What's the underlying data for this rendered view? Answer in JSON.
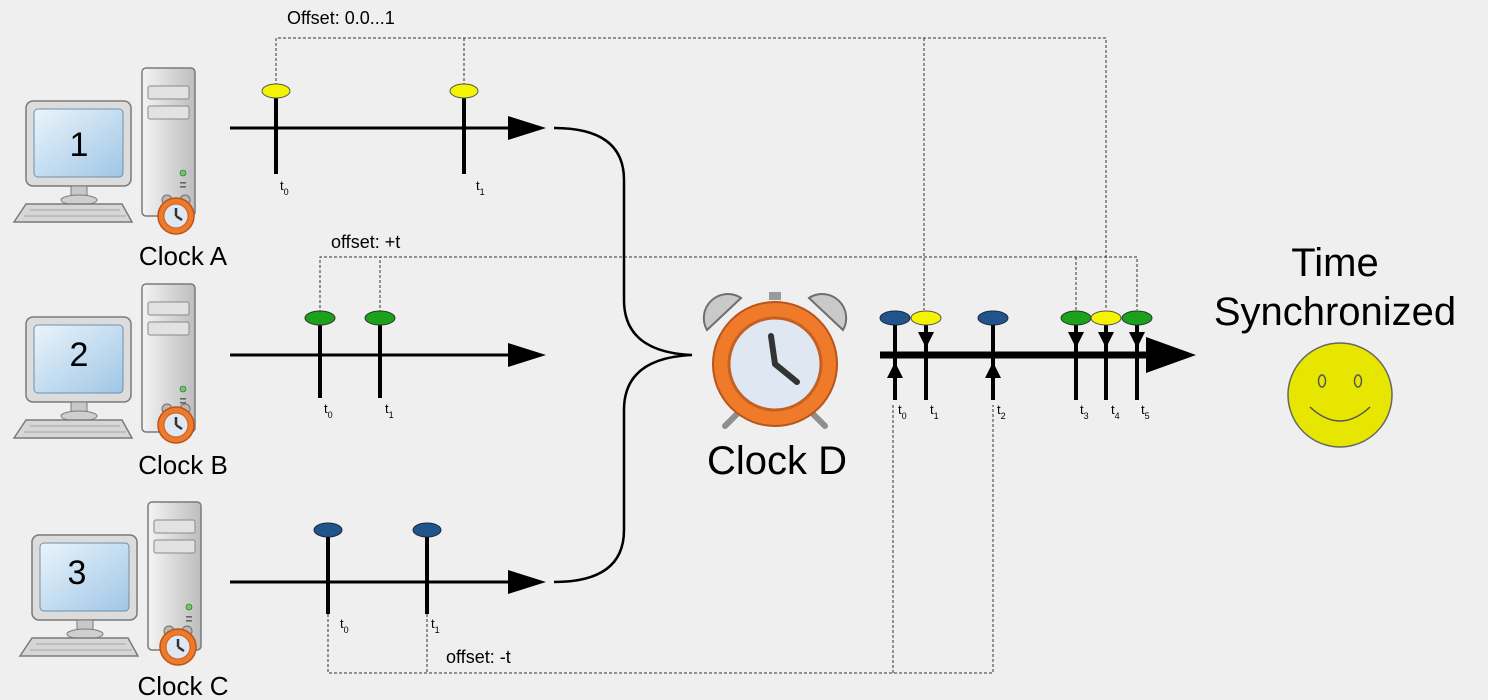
{
  "computers": [
    {
      "number": "1",
      "clock_label": "Clock A"
    },
    {
      "number": "2",
      "clock_label": "Clock B"
    },
    {
      "number": "3",
      "clock_label": "Clock C"
    }
  ],
  "offsets": {
    "a": "Offset: 0.0...1",
    "b": "offset: +t",
    "c": "offset: -t"
  },
  "timelines": {
    "a": {
      "t0": "t",
      "t0_sub": "0",
      "t1": "t",
      "t1_sub": "1",
      "color": "#f4f400"
    },
    "b": {
      "t0": "t",
      "t0_sub": "0",
      "t1": "t",
      "t1_sub": "1",
      "color": "#1aa31a"
    },
    "c": {
      "t0": "t",
      "t0_sub": "0",
      "t1": "t",
      "t1_sub": "1",
      "color": "#22548c"
    }
  },
  "merged": {
    "ticks": [
      {
        "t": "t",
        "sub": "0"
      },
      {
        "t": "t",
        "sub": "1"
      },
      {
        "t": "t",
        "sub": "2"
      },
      {
        "t": "t",
        "sub": "3"
      },
      {
        "t": "t",
        "sub": "4"
      },
      {
        "t": "t",
        "sub": "5"
      }
    ]
  },
  "clock_d_label": "Clock D",
  "result": {
    "line1": "Time",
    "line2": "Synchronized"
  },
  "colors": {
    "yellow": "#f4f400",
    "green": "#1aa31a",
    "blue": "#22548c",
    "clock_orange": "#ee7a2a",
    "smiley": "#e6e600"
  }
}
